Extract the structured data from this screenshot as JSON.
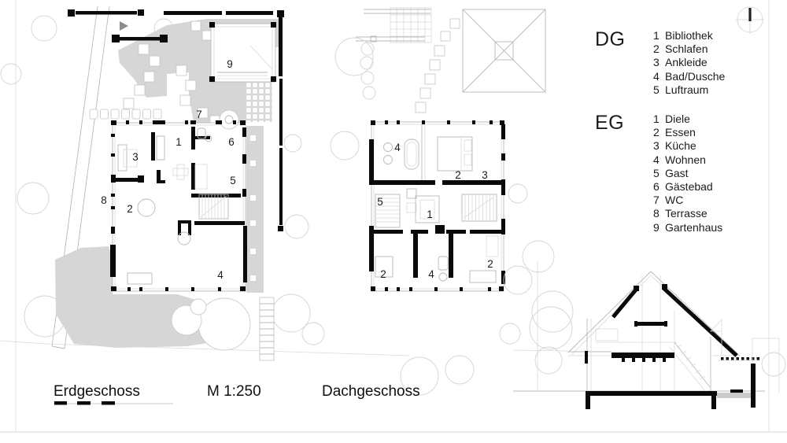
{
  "legend": {
    "dg": {
      "title": "DG",
      "items": [
        {
          "num": "1",
          "name": "Bibliothek"
        },
        {
          "num": "2",
          "name": "Schlafen"
        },
        {
          "num": "3",
          "name": "Ankleide"
        },
        {
          "num": "4",
          "name": "Bad/Dusche"
        },
        {
          "num": "5",
          "name": "Luftraum"
        }
      ]
    },
    "eg": {
      "title": "EG",
      "items": [
        {
          "num": "1",
          "name": "Diele"
        },
        {
          "num": "2",
          "name": "Essen"
        },
        {
          "num": "3",
          "name": "Küche"
        },
        {
          "num": "4",
          "name": "Wohnen"
        },
        {
          "num": "5",
          "name": "Gast"
        },
        {
          "num": "6",
          "name": "Gästebad"
        },
        {
          "num": "7",
          "name": "WC"
        },
        {
          "num": "8",
          "name": "Terrasse"
        },
        {
          "num": "9",
          "name": "Gartenhaus"
        }
      ]
    }
  },
  "footer": {
    "left_plan_label": "Erdgeschoss",
    "scale_label": "M 1:250",
    "right_plan_label": "Dachgeschoss"
  },
  "eg_plan": {
    "name": "Erdgeschoss",
    "markers": [
      {
        "label": "7"
      },
      {
        "label": "1"
      },
      {
        "label": "6"
      },
      {
        "label": "3"
      },
      {
        "label": "5"
      },
      {
        "label": "8"
      },
      {
        "label": "2"
      },
      {
        "label": "4"
      },
      {
        "label": "9"
      }
    ]
  },
  "dg_plan": {
    "name": "Dachgeschoss",
    "markers": [
      {
        "label": "4"
      },
      {
        "label": "2"
      },
      {
        "label": "3"
      },
      {
        "label": "5"
      },
      {
        "label": "1"
      },
      {
        "label": "2"
      },
      {
        "label": "4"
      },
      {
        "label": "2"
      }
    ]
  },
  "icons": {
    "north_indicator": "north-arrow-icon",
    "orientation_marker": "triangle-marker-icon"
  },
  "colors": {
    "wall": "#0a0a0a",
    "thin_line": "#b9b9b9",
    "shade": "#d6d6d6",
    "text": "#1b1b1b",
    "background": "#ffffff"
  }
}
